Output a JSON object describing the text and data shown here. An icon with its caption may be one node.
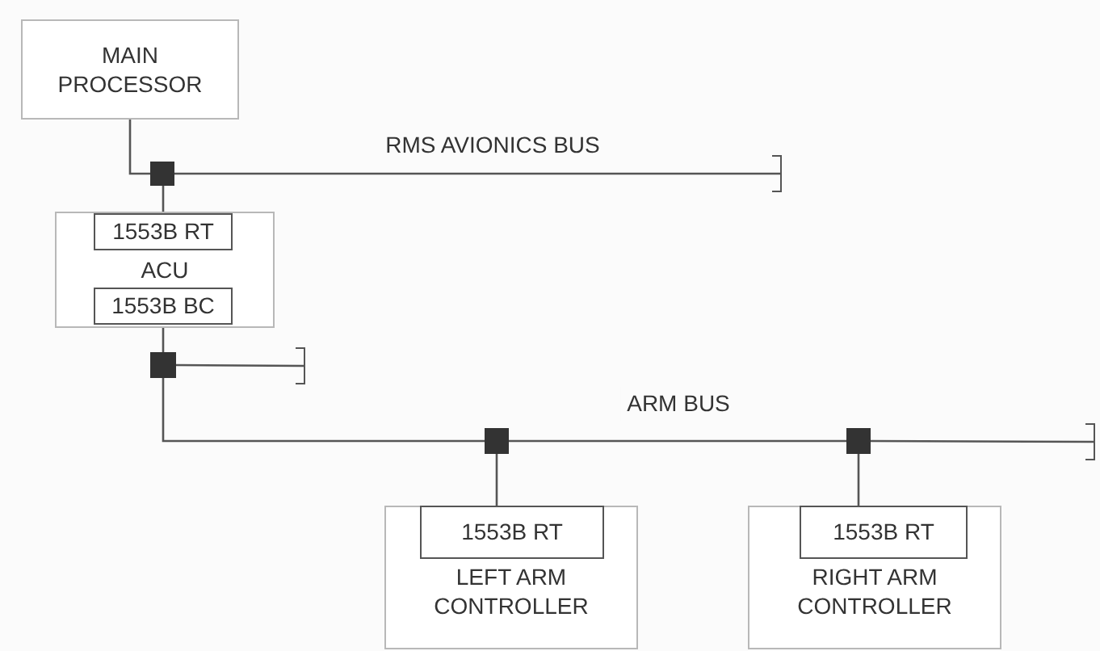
{
  "diagram": {
    "nodes": [
      {
        "text": [
          "MAIN PROCESSOR"
        ]
      },
      {
        "text": [
          "ACU"
        ]
      },
      {
        "text": [
          "1553B RT"
        ],
        "in": 1
      },
      {
        "text": [
          "1553B BC"
        ],
        "in": 1
      },
      {
        "text": [],
        "shape": "box"
      },
      {
        "text": [],
        "shape": "box"
      },
      {
        "text": [],
        "shape": "box"
      },
      {
        "text": [],
        "shape": "box"
      },
      {
        "text": [
          "LEFT ARM CONTROLLER"
        ]
      },
      {
        "text": [
          "1553B RT"
        ],
        "in": 8
      },
      {
        "text": [
          "RIGHT ARM CONTROLLER"
        ]
      },
      {
        "text": [
          "1553B RT"
        ],
        "in": 10
      },
      {
        "text": [],
        "shape": "bar"
      },
      {
        "text": [],
        "shape": "bar"
      },
      {
        "text": [],
        "shape": "bar"
      }
    ],
    "edges": [
      {
        "from": 0,
        "to": 4,
        "arrow": "none"
      },
      {
        "from": 4,
        "to": 2,
        "arrow": "none"
      },
      {
        "from": 4,
        "to": 12,
        "arrow": "none",
        "label": "RMS AVIONICS BUS"
      },
      {
        "from": 3,
        "to": 5,
        "arrow": "none"
      },
      {
        "from": 5,
        "to": 13,
        "arrow": "none"
      },
      {
        "from": 5,
        "to": 6,
        "arrow": "none"
      },
      {
        "from": 6,
        "to": 7,
        "arrow": "none",
        "label": "ARM BUS"
      },
      {
        "from": 7,
        "to": 14,
        "arrow": "none"
      },
      {
        "from": 6,
        "to": 9,
        "arrow": "none"
      },
      {
        "from": 7,
        "to": 11,
        "arrow": "none"
      }
    ]
  }
}
